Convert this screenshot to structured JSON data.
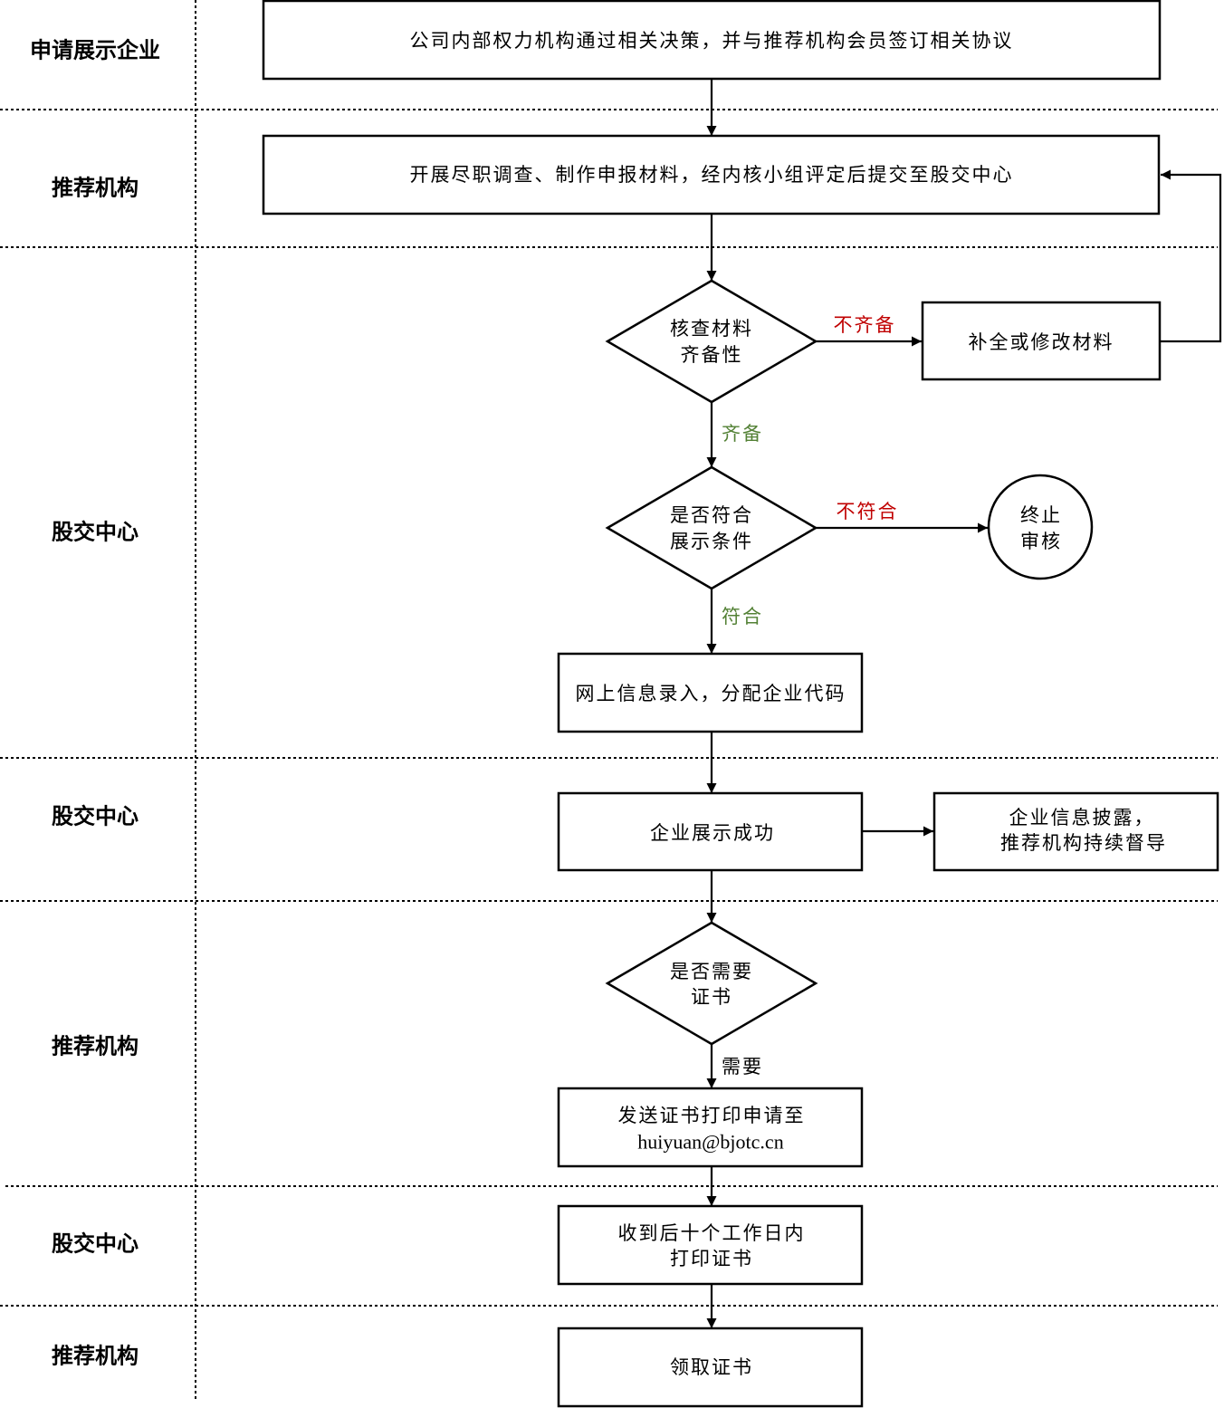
{
  "lanes": [
    {
      "label": "申请展示企业"
    },
    {
      "label": "推荐机构"
    },
    {
      "label": "股交中心"
    },
    {
      "label": "股交中心"
    },
    {
      "label": "推荐机构"
    },
    {
      "label": "股交中心"
    },
    {
      "label": "推荐机构"
    }
  ],
  "nodes": {
    "company_decision": {
      "lines": [
        "公司内部权力机构通过相关决策，并与推荐机构会员签订相关协议"
      ]
    },
    "prepare_materials": {
      "lines": [
        "开展尽职调查、制作申报材料，经内核小组评定后提交至股交中心"
      ]
    },
    "check_completeness": {
      "lines": [
        "核查材料",
        "齐备性"
      ]
    },
    "supplement_materials": {
      "lines": [
        "补全或修改材料"
      ]
    },
    "check_conditions": {
      "lines": [
        "是否符合",
        "展示条件"
      ]
    },
    "terminate_review": {
      "lines": [
        "终止",
        "审核"
      ]
    },
    "online_entry": {
      "lines": [
        "网上信息录入，分配企业代码"
      ]
    },
    "display_success": {
      "lines": [
        "企业展示成功"
      ]
    },
    "disclosure": {
      "lines": [
        "企业信息披露，",
        "推荐机构持续督导"
      ]
    },
    "need_certificate": {
      "lines": [
        "是否需要",
        "证书"
      ]
    },
    "send_request": {
      "lines": [
        "发送证书打印申请至",
        "huiyuan@bjotc.cn"
      ]
    },
    "print_certificate": {
      "lines": [
        "收到后十个工作日内",
        "打印证书"
      ]
    },
    "collect_certificate": {
      "lines": [
        "领取证书"
      ]
    }
  },
  "edge_labels": {
    "incomplete": "不齐备",
    "complete": "齐备",
    "not_compliant": "不符合",
    "compliant": "符合",
    "needed": "需要"
  },
  "colors": {
    "negative": "#c00000",
    "positive": "#538135",
    "neutral": "#000000"
  }
}
